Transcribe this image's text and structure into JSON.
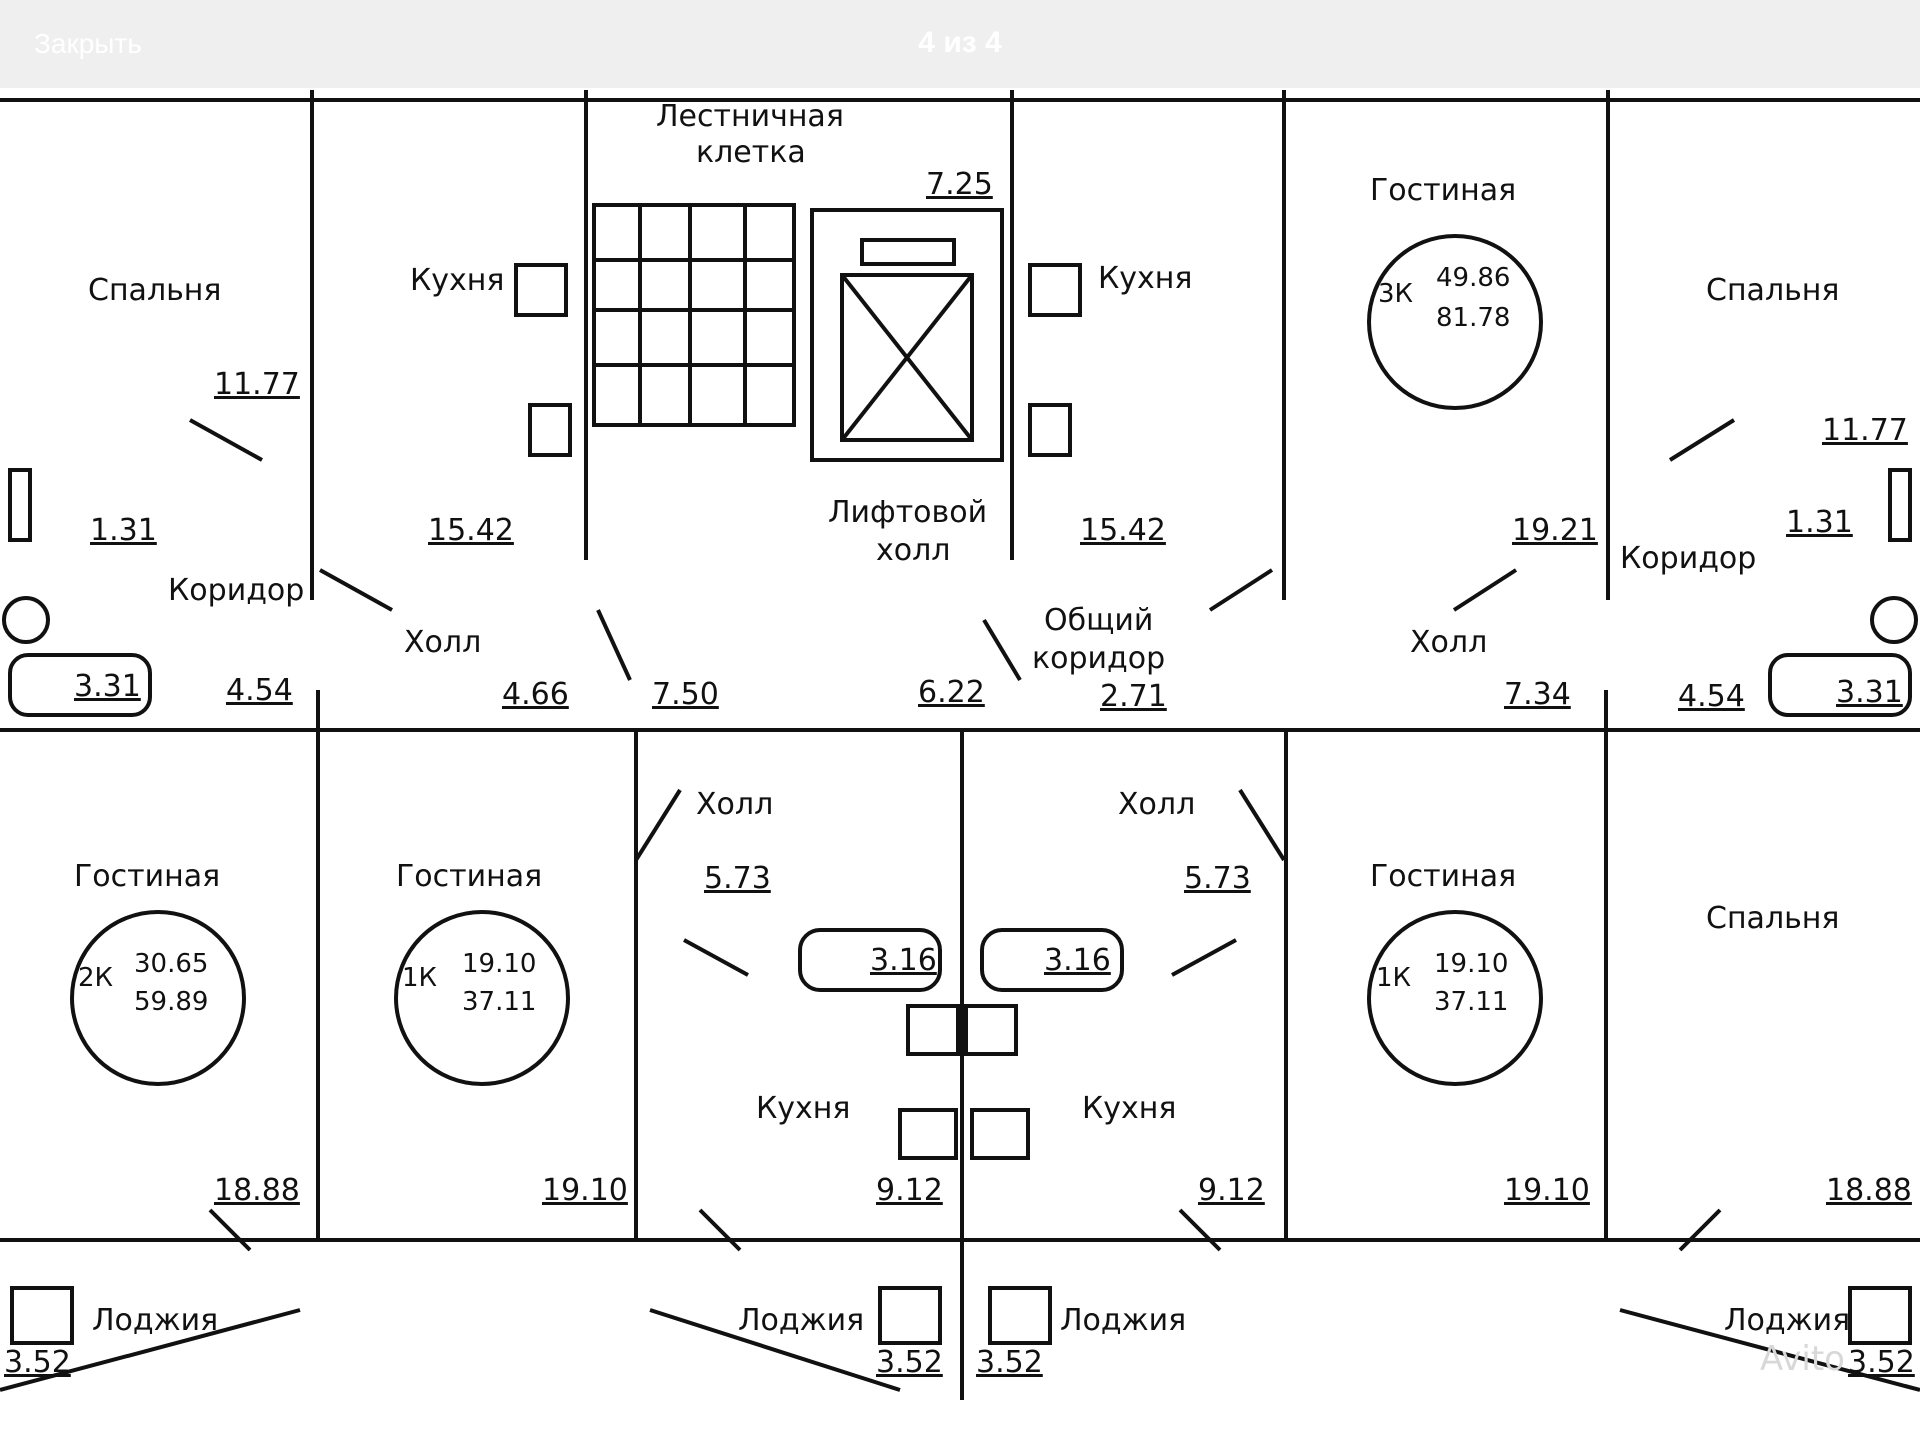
{
  "viewer": {
    "close_label": "Закрыть",
    "counter": "4 из 4"
  },
  "plan": {
    "rooms": {
      "stair": "Лестничная клетка",
      "stair_l1": "Лестничная",
      "stair_l2": "клетка",
      "lift_hall_l1": "Лифтовой",
      "lift_hall_l2": "холл",
      "common_l1": "Общий",
      "common_l2": "коридор",
      "bedroom": "Спальня",
      "kitchen": "Кухня",
      "living": "Гостиная",
      "hall": "Холл",
      "corridor": "Коридор",
      "loggia": "Лоджия"
    },
    "areas": {
      "a_11_77": "11.77",
      "a_1_31": "1.31",
      "a_3_31": "3.31",
      "a_4_54": "4.54",
      "a_15_42": "15.42",
      "a_4_66": "4.66",
      "a_7_50": "7.50",
      "a_7_25": "7.25",
      "a_6_22": "6.22",
      "a_2_71": "2.71",
      "a_19_21": "19.21",
      "a_7_34": "7.34",
      "a_5_73": "5.73",
      "a_3_16": "3.16",
      "a_18_88": "18.88",
      "a_19_10": "19.10",
      "a_9_12": "9.12",
      "a_3_52": "3.52"
    },
    "apartments": {
      "apt3": {
        "type": "3К",
        "living": "49.86",
        "total": "81.78"
      },
      "apt2": {
        "type": "2К",
        "living": "30.65",
        "total": "59.89"
      },
      "apt1a": {
        "type": "1К",
        "living": "19.10",
        "total": "37.11"
      },
      "apt1b": {
        "type": "1К",
        "living": "19.10",
        "total": "37.11"
      }
    },
    "watermark": "Avito"
  }
}
